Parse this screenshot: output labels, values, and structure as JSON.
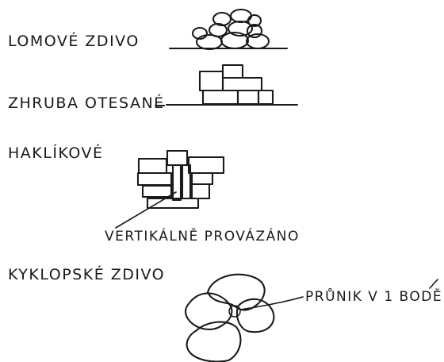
{
  "labels": {
    "lomove": "LOMOVÉ ZDIVO",
    "hrube": "ZHRUBA OTESANÉ",
    "haklikove": "HAKLÍKOVÉ",
    "vertikalne": "VERTIKÁLNĚ PROVÁZÁNO",
    "kyklopske": "KYKLOPSKÉ ZDIVO",
    "prunik": "PRŮNIK V 1 BODĚ"
  }
}
